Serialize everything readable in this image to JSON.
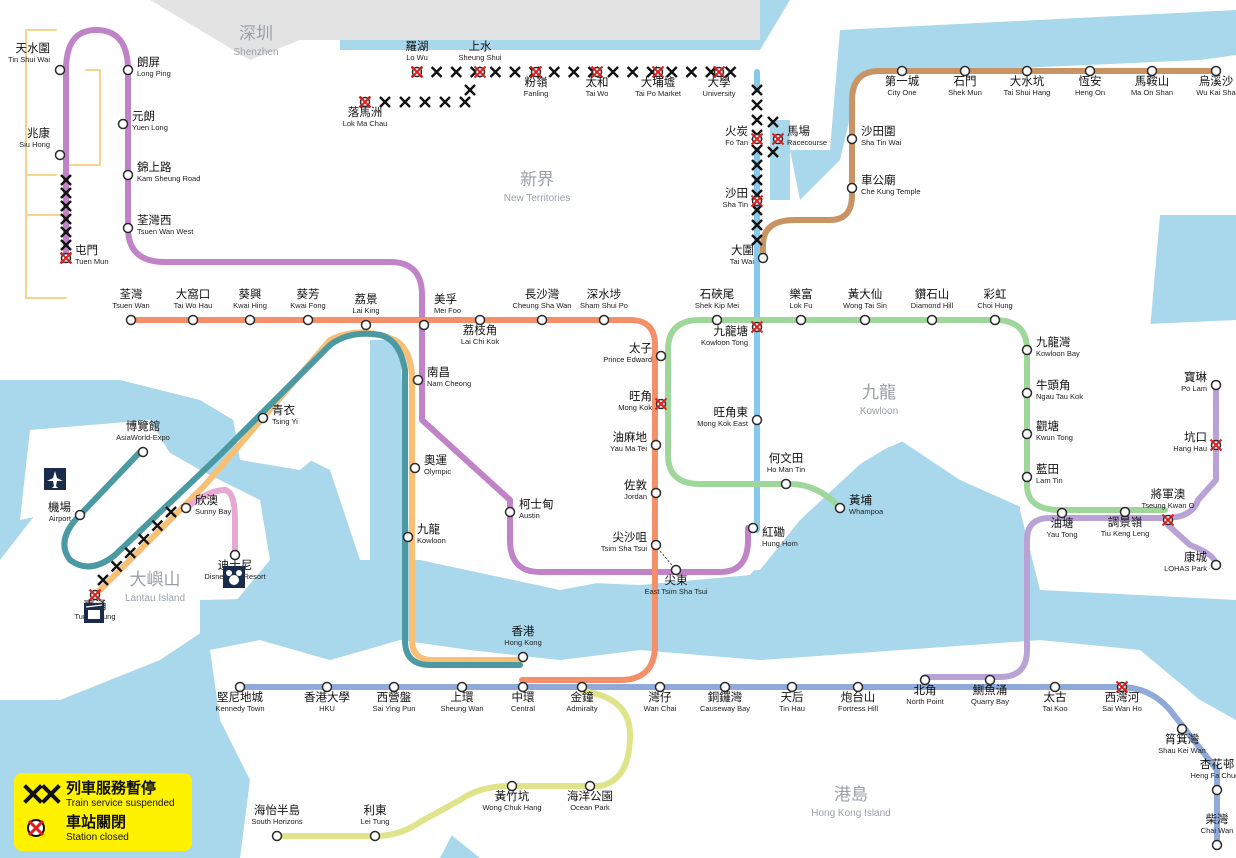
{
  "colors": {
    "sea": "#a9d8ec",
    "land": "#ffffff",
    "shenzhen": "#e3e3e3",
    "tsuen_wan_line": "#f3906a",
    "kwun_tong_line": "#9fd79a",
    "island_line": "#8fa9d9",
    "tung_chung_line": "#f9bf74",
    "airport_express": "#4b9aa3",
    "tuen_ma_line": "#c083c7",
    "east_rail_line": "#87c9ec",
    "tseung_kwan_o_line": "#b8a2d6",
    "south_island_line": "#dfe48a",
    "disneyland_line": "#e6a9d2",
    "light_rail": "#f5d58e",
    "ma_on_shan_section": "#c89464",
    "suspended": "#111111",
    "closed": "#e21c1c",
    "legend_bg": "#fff200"
  },
  "regions": [
    {
      "zh": "深圳",
      "en": "Shenzhen"
    },
    {
      "zh": "新界",
      "en": "New Territories"
    },
    {
      "zh": "九龍",
      "en": "Kowloon"
    },
    {
      "zh": "港島",
      "en": "Hong Kong Island"
    },
    {
      "zh": "大嶼山",
      "en": "Lantau Island"
    }
  ],
  "stations": [
    {
      "zh": "天水圍",
      "en": "Tin Shui Wai",
      "status": "open"
    },
    {
      "zh": "朗屏",
      "en": "Long Ping",
      "status": "open"
    },
    {
      "zh": "元朗",
      "en": "Yuen Long",
      "status": "open"
    },
    {
      "zh": "兆康",
      "en": "Siu Hong",
      "status": "open"
    },
    {
      "zh": "錦上路",
      "en": "Kam Sheung Road",
      "status": "open"
    },
    {
      "zh": "屯門",
      "en": "Tuen Mun",
      "status": "closed"
    },
    {
      "zh": "荃灣西",
      "en": "Tsuen Wan West",
      "status": "open"
    },
    {
      "zh": "羅湖",
      "en": "Lo Wu",
      "status": "closed"
    },
    {
      "zh": "上水",
      "en": "Sheung Shui",
      "status": "closed"
    },
    {
      "zh": "粉嶺",
      "en": "Fanling",
      "status": "closed"
    },
    {
      "zh": "太和",
      "en": "Tai Wo",
      "status": "closed"
    },
    {
      "zh": "大埔墟",
      "en": "Tai Po Market",
      "status": "closed"
    },
    {
      "zh": "大學",
      "en": "University",
      "status": "closed"
    },
    {
      "zh": "落馬洲",
      "en": "Lok Ma Chau",
      "status": "closed"
    },
    {
      "zh": "火炭",
      "en": "Fo Tan",
      "status": "closed"
    },
    {
      "zh": "馬場",
      "en": "Racecourse",
      "status": "closed"
    },
    {
      "zh": "沙田",
      "en": "Sha Tin",
      "status": "closed"
    },
    {
      "zh": "大圍",
      "en": "Tai Wai",
      "status": "open"
    },
    {
      "zh": "第一城",
      "en": "City One",
      "status": "open"
    },
    {
      "zh": "石門",
      "en": "Shek Mun",
      "status": "open"
    },
    {
      "zh": "大水坑",
      "en": "Tai Shui Hang",
      "status": "open"
    },
    {
      "zh": "恆安",
      "en": "Heng On",
      "status": "open"
    },
    {
      "zh": "馬鞍山",
      "en": "Ma On Shan",
      "status": "open"
    },
    {
      "zh": "烏溪沙",
      "en": "Wu Kai Sha",
      "status": "open"
    },
    {
      "zh": "沙田圍",
      "en": "Sha Tin Wai",
      "status": "open"
    },
    {
      "zh": "車公廟",
      "en": "Che Kung Temple",
      "status": "open"
    },
    {
      "zh": "荃灣",
      "en": "Tsuen Wan",
      "status": "open"
    },
    {
      "zh": "大窩口",
      "en": "Tai Wo Hau",
      "status": "open"
    },
    {
      "zh": "葵興",
      "en": "Kwai Hing",
      "status": "open"
    },
    {
      "zh": "葵芳",
      "en": "Kwai Fong",
      "status": "open"
    },
    {
      "zh": "荔景",
      "en": "Lai King",
      "status": "open"
    },
    {
      "zh": "美孚",
      "en": "Mei Foo",
      "status": "open"
    },
    {
      "zh": "荔枝角",
      "en": "Lai Chi Kok",
      "status": "open"
    },
    {
      "zh": "長沙灣",
      "en": "Cheung Sha Wan",
      "status": "open"
    },
    {
      "zh": "深水埗",
      "en": "Sham Shui Po",
      "status": "open"
    },
    {
      "zh": "石硤尾",
      "en": "Shek Kip Mei",
      "status": "open"
    },
    {
      "zh": "九龍塘",
      "en": "Kowloon Tong",
      "status": "closed"
    },
    {
      "zh": "樂富",
      "en": "Lok Fu",
      "status": "open"
    },
    {
      "zh": "黃大仙",
      "en": "Wong Tai Sin",
      "status": "open"
    },
    {
      "zh": "鑽石山",
      "en": "Diamond Hill",
      "status": "open"
    },
    {
      "zh": "彩虹",
      "en": "Choi Hung",
      "status": "open"
    },
    {
      "zh": "九龍灣",
      "en": "Kowloon Bay",
      "status": "open"
    },
    {
      "zh": "牛頭角",
      "en": "Ngau Tau Kok",
      "status": "open"
    },
    {
      "zh": "觀塘",
      "en": "Kwun Tong",
      "status": "open"
    },
    {
      "zh": "藍田",
      "en": "Lam Tin",
      "status": "open"
    },
    {
      "zh": "油塘",
      "en": "Yau Tong",
      "status": "open"
    },
    {
      "zh": "調景嶺",
      "en": "Tiu Keng Leng",
      "status": "open"
    },
    {
      "zh": "將軍澳",
      "en": "Tseung Kwan O",
      "status": "closed"
    },
    {
      "zh": "康城",
      "en": "LOHAS Park",
      "status": "open"
    },
    {
      "zh": "坑口",
      "en": "Hang Hau",
      "status": "closed"
    },
    {
      "zh": "寶琳",
      "en": "Po Lam",
      "status": "open"
    },
    {
      "zh": "太子",
      "en": "Prince Edward",
      "status": "open"
    },
    {
      "zh": "旺角",
      "en": "Mong Kok",
      "status": "closed"
    },
    {
      "zh": "旺角東",
      "en": "Mong Kok East",
      "status": "open"
    },
    {
      "zh": "油麻地",
      "en": "Yau Ma Tei",
      "status": "open"
    },
    {
      "zh": "佐敦",
      "en": "Jordan",
      "status": "open"
    },
    {
      "zh": "尖沙咀",
      "en": "Tsim Sha Tsui",
      "status": "open"
    },
    {
      "zh": "尖東",
      "en": "East Tsim Sha Tsui",
      "status": "open"
    },
    {
      "zh": "紅磡",
      "en": "Hung Hom",
      "status": "open"
    },
    {
      "zh": "何文田",
      "en": "Ho Man Tin",
      "status": "open"
    },
    {
      "zh": "黃埔",
      "en": "Whampoa",
      "status": "open"
    },
    {
      "zh": "南昌",
      "en": "Nam Cheong",
      "status": "open"
    },
    {
      "zh": "奧運",
      "en": "Olympic",
      "status": "open"
    },
    {
      "zh": "九龍",
      "en": "Kowloon",
      "status": "open"
    },
    {
      "zh": "柯士甸",
      "en": "Austin",
      "status": "open"
    },
    {
      "zh": "青衣",
      "en": "Tsing Yi",
      "status": "open"
    },
    {
      "zh": "博覽館",
      "en": "AsiaWorld-Expo",
      "status": "open"
    },
    {
      "zh": "機場",
      "en": "Airport",
      "status": "open"
    },
    {
      "zh": "欣澳",
      "en": "Sunny Bay",
      "status": "open"
    },
    {
      "zh": "迪士尼",
      "en": "Disneyland Resort",
      "status": "open"
    },
    {
      "zh": "東涌",
      "en": "Tung Chung",
      "status": "closed"
    },
    {
      "zh": "香港",
      "en": "Hong Kong",
      "status": "open"
    },
    {
      "zh": "堅尼地城",
      "en": "Kennedy Town",
      "status": "open"
    },
    {
      "zh": "香港大學",
      "en": "HKU",
      "status": "open"
    },
    {
      "zh": "西營盤",
      "en": "Sai Ying Pun",
      "status": "open"
    },
    {
      "zh": "上環",
      "en": "Sheung Wan",
      "status": "open"
    },
    {
      "zh": "中環",
      "en": "Central",
      "status": "open"
    },
    {
      "zh": "金鐘",
      "en": "Admiralty",
      "status": "open"
    },
    {
      "zh": "灣仔",
      "en": "Wan Chai",
      "status": "open"
    },
    {
      "zh": "銅鑼灣",
      "en": "Causeway Bay",
      "status": "open"
    },
    {
      "zh": "天后",
      "en": "Tin Hau",
      "status": "open"
    },
    {
      "zh": "炮台山",
      "en": "Fortress Hill",
      "status": "open"
    },
    {
      "zh": "北角",
      "en": "North Point",
      "status": "open"
    },
    {
      "zh": "鰂魚涌",
      "en": "Quarry Bay",
      "status": "open"
    },
    {
      "zh": "太古",
      "en": "Tai Koo",
      "status": "open"
    },
    {
      "zh": "西灣河",
      "en": "Sai Wan Ho",
      "status": "closed"
    },
    {
      "zh": "筲箕灣",
      "en": "Shau Kei Wan",
      "status": "open"
    },
    {
      "zh": "杏花邨",
      "en": "Heng Fa Chuen",
      "status": "open"
    },
    {
      "zh": "柴灣",
      "en": "Chai Wan",
      "status": "open"
    },
    {
      "zh": "海怡半島",
      "en": "South Horizons",
      "status": "open"
    },
    {
      "zh": "利東",
      "en": "Lei Tung",
      "status": "open"
    },
    {
      "zh": "黃竹坑",
      "en": "Wong Chuk Hang",
      "status": "open"
    },
    {
      "zh": "海洋公園",
      "en": "Ocean Park",
      "status": "open"
    }
  ],
  "legend": {
    "suspended": {
      "zh": "列車服務暫停",
      "en": "Train service suspended"
    },
    "closed": {
      "zh": "車站關閉",
      "en": "Station closed"
    }
  }
}
